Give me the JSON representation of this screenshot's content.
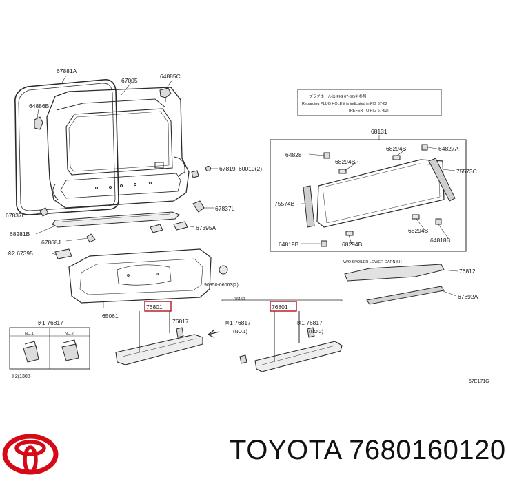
{
  "labels": {
    "l67881A": "67881A",
    "l67005": "67005",
    "l64885C": "64885C",
    "l64886B": "64886B",
    "l67819": "67819",
    "l60010": "60010(2)",
    "l67837L1": "67837L",
    "l67837L2": "67837L",
    "l68281B": "68281B",
    "l67868J": "67868J",
    "l67395A": "67395A",
    "l67395": "※2 67395",
    "l90950": "90950-06063(2)",
    "l65061": "65061",
    "l76817a": "※1 76817",
    "l76801a": "76801",
    "l76817b": "76817",
    "l76150": "76150",
    "l76801b": "76801",
    "l76817c": "※1 76817",
    "l76817d": "※1 76817",
    "lno1": "(NO.1)",
    "lno2": "(NO.2)",
    "lNO1": "NO.1",
    "lNO2": "NO.2",
    "l1308": "※2(1308-",
    "l68131": "68131",
    "l64828": "64828",
    "l68294Ba": "68294B",
    "l68294Bb": "68294B",
    "l64827A": "64827A",
    "l75573C": "75573C",
    "l75574B": "75574B",
    "l68294Bc": "68294B",
    "l64818B": "64818B",
    "l64819B": "64819B",
    "l68294Bd": "68294B",
    "lwgarnish": "W/O SPOILER LOWER GARNISH",
    "l76812": "76812",
    "l67892A": "67892A",
    "lfig": "67E171G"
  },
  "note": {
    "line1": "プラグホールは(FIG 67-62)を参照",
    "line2": "Regarding PLUG HOLE it is indicated in FIG 67-62",
    "line3": "(REFER TO FIG 67-62)"
  },
  "brand": {
    "name": "TOYOTA",
    "part_number": "7680160120",
    "logo_color": "#d60a17"
  },
  "colors": {
    "highlight_box": "#b3121d",
    "line": "#2a2a2a"
  }
}
